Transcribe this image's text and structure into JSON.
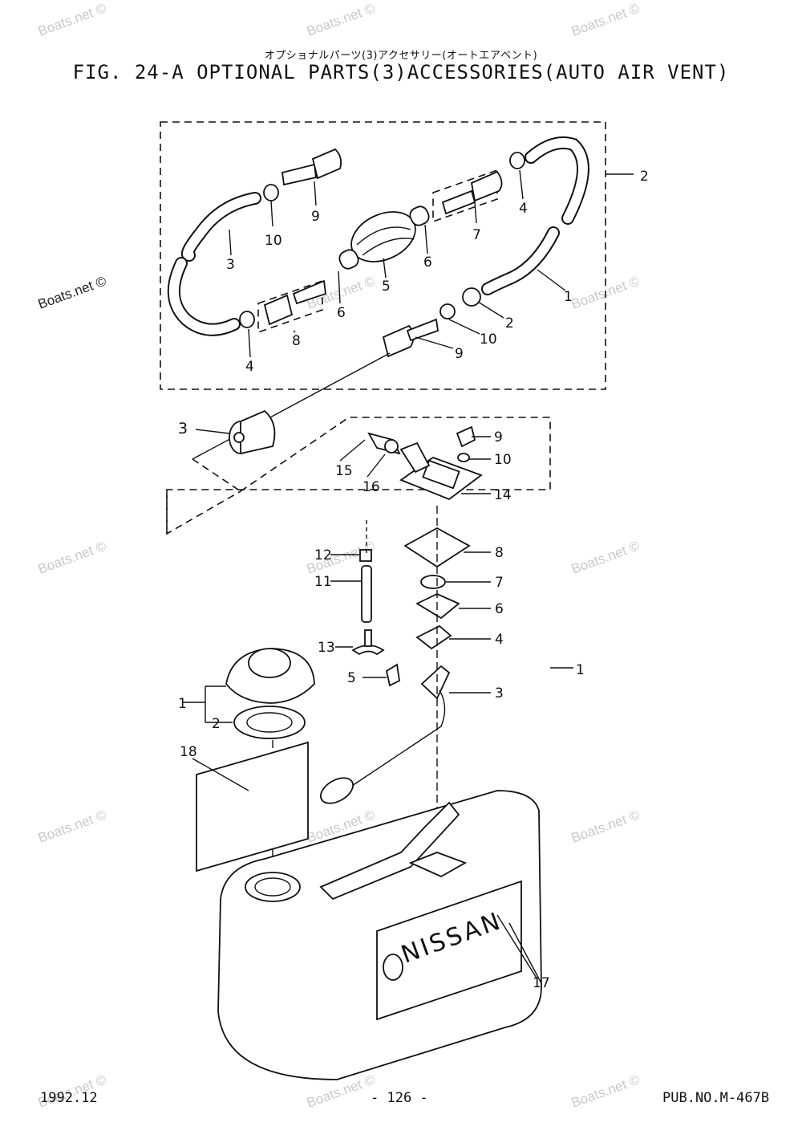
{
  "header": {
    "subtitle": "オプショナルパーツ(3)アクセサリー(オートエアベント)",
    "title": "FIG. 24-A OPTIONAL PARTS(3)ACCESSORIES(AUTO AIR VENT)"
  },
  "footer": {
    "date": "1992.12",
    "page": "- 126 -",
    "pub_no": "PUB.NO.M-467B"
  },
  "watermark": "Boats.net ©",
  "callouts": {
    "hose_group": [
      "2",
      "9",
      "10",
      "3",
      "4",
      "7",
      "6",
      "5",
      "1",
      "8",
      "6",
      "4",
      "2",
      "10",
      "9"
    ],
    "tank_group": [
      "3",
      "15",
      "16",
      "9",
      "10",
      "14",
      "12",
      "8",
      "11",
      "7",
      "6",
      "13",
      "4",
      "5",
      "3",
      "1",
      "1",
      "2",
      "18",
      "17"
    ]
  },
  "brand_on_tank": "NISSAN"
}
